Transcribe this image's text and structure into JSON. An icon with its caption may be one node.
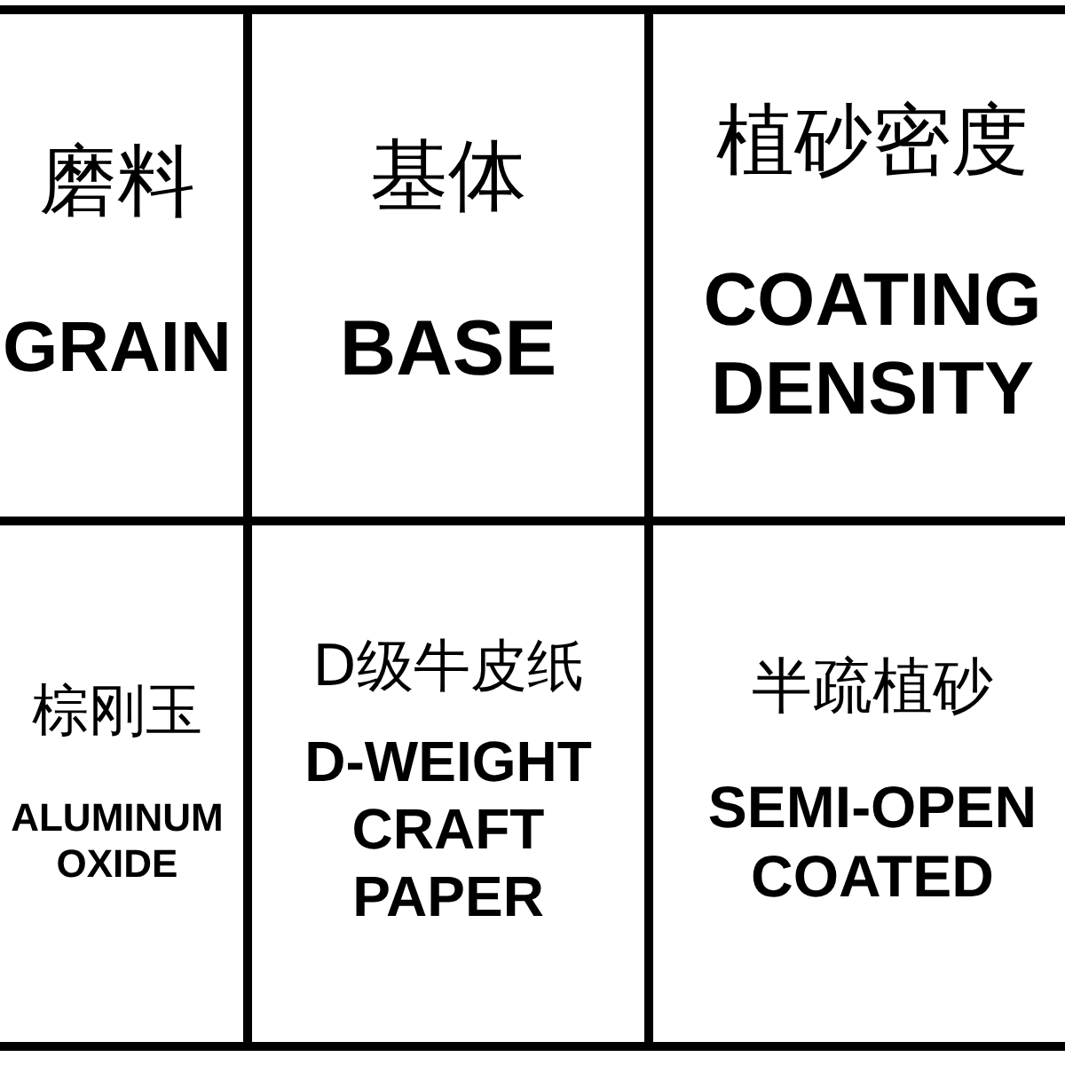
{
  "diagram": {
    "nodes": [
      {
        "text": [
          "磨料",
          "GRAIN"
        ]
      },
      {
        "text": [
          "基体",
          "BASE"
        ]
      },
      {
        "text": [
          "植砂密度",
          "COATING DENSITY"
        ]
      },
      {
        "text": [
          "棕刚玉",
          "ALUMINUM OXIDE"
        ]
      },
      {
        "text": [
          "D级牛皮纸",
          "D-WEIGHT CRAFT PAPER"
        ]
      },
      {
        "text": [
          "半疏植砂",
          "SEMI-OPEN COATED"
        ]
      }
    ]
  }
}
